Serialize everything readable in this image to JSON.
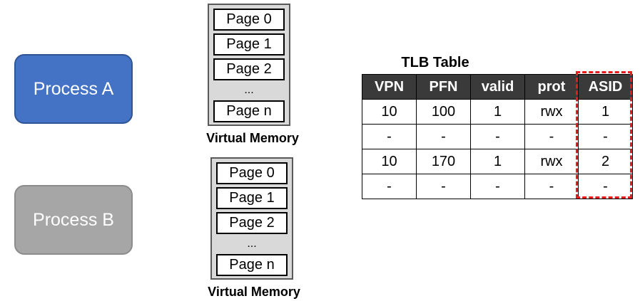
{
  "processes": {
    "a": {
      "label": "Process A",
      "color": "#4472c4"
    },
    "b": {
      "label": "Process B",
      "color": "#a6a6a6"
    }
  },
  "virtual_memory": [
    {
      "caption": "Virtual Memory",
      "pages": [
        "Page 0",
        "Page 1",
        "Page 2",
        "Page n"
      ],
      "ellipsis": "..."
    },
    {
      "caption": "Virtual Memory",
      "pages": [
        "Page 0",
        "Page 1",
        "Page 2",
        "Page n"
      ],
      "ellipsis": "..."
    }
  ],
  "tlb": {
    "title": "TLB Table",
    "headers": [
      "VPN",
      "PFN",
      "valid",
      "prot",
      "ASID"
    ],
    "rows": [
      [
        "10",
        "100",
        "1",
        "rwx",
        "1"
      ],
      [
        "-",
        "-",
        "-",
        "-",
        "-"
      ],
      [
        "10",
        "170",
        "1",
        "rwx",
        "2"
      ],
      [
        "-",
        "-",
        "-",
        "-",
        "-"
      ]
    ],
    "highlight_column": "ASID",
    "highlight_color": "#e81c1c",
    "header_color": "#3a3a3a"
  }
}
